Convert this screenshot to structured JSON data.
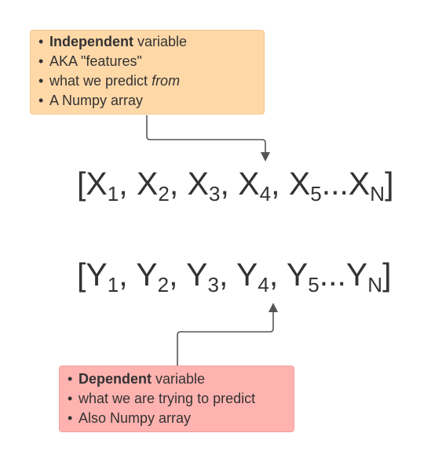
{
  "independent_note": {
    "items": [
      {
        "bold": "Independent",
        "text": " variable",
        "italic": ""
      },
      {
        "bold": "",
        "text": "AKA \"features\"",
        "italic": ""
      },
      {
        "bold": "",
        "text": "what we predict ",
        "italic": "from"
      },
      {
        "bold": "",
        "text": "A Numpy array",
        "italic": ""
      }
    ]
  },
  "dependent_note": {
    "items": [
      {
        "bold": "Dependent",
        "text": " variable"
      },
      {
        "bold": "",
        "text": "what we are trying to predict"
      },
      {
        "bold": "",
        "text": "Also Numpy array"
      }
    ]
  },
  "x_sequence": {
    "open": "[",
    "t1": "X",
    "s1": "1",
    "sep1": ", ",
    "t2": "X",
    "s2": "2",
    "sep2": ", ",
    "t3": "X",
    "s3": "3",
    "sep3": ", ",
    "t4": "X",
    "s4": "4",
    "sep4": ", ",
    "t5": "X",
    "s5": "5",
    "ellipsis": "...",
    "tn": "X",
    "sn": "N",
    "close": "]"
  },
  "y_sequence": {
    "open": "[",
    "t1": "Y",
    "s1": "1",
    "sep1": ", ",
    "t2": "Y",
    "s2": "2",
    "sep2": ", ",
    "t3": "Y",
    "s3": "3",
    "sep3": ", ",
    "t4": "Y",
    "s4": "4",
    "sep4": ", ",
    "t5": "Y",
    "s5": "5",
    "ellipsis": "...",
    "tn": "Y",
    "sn": "N",
    "close": "]"
  },
  "colors": {
    "independent_fill": "#ffd8a8",
    "dependent_fill": "#ffb3b0",
    "text": "#333333",
    "connector": "#555555"
  }
}
